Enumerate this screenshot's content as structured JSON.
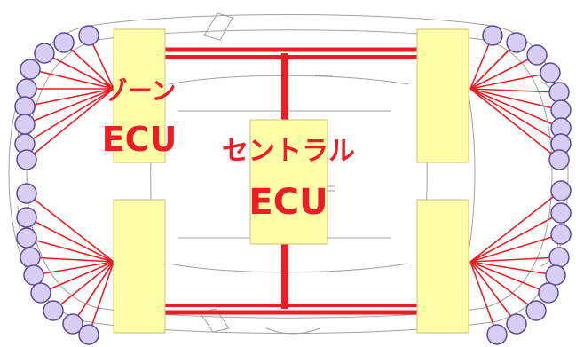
{
  "zone_ecu": {
    "line1": "ゾーン",
    "line2": "ECU"
  },
  "central_ecu": {
    "line1": "セントラル",
    "line2": "ECU"
  },
  "colors": {
    "ecu_fill": "#ffffa8",
    "ecu_stroke": "#c9c37a",
    "wire": "#ee1c25",
    "node_fill": "#d8cdf2",
    "node_stroke": "#5b4a96",
    "car_outline": "#a0a0a0"
  }
}
